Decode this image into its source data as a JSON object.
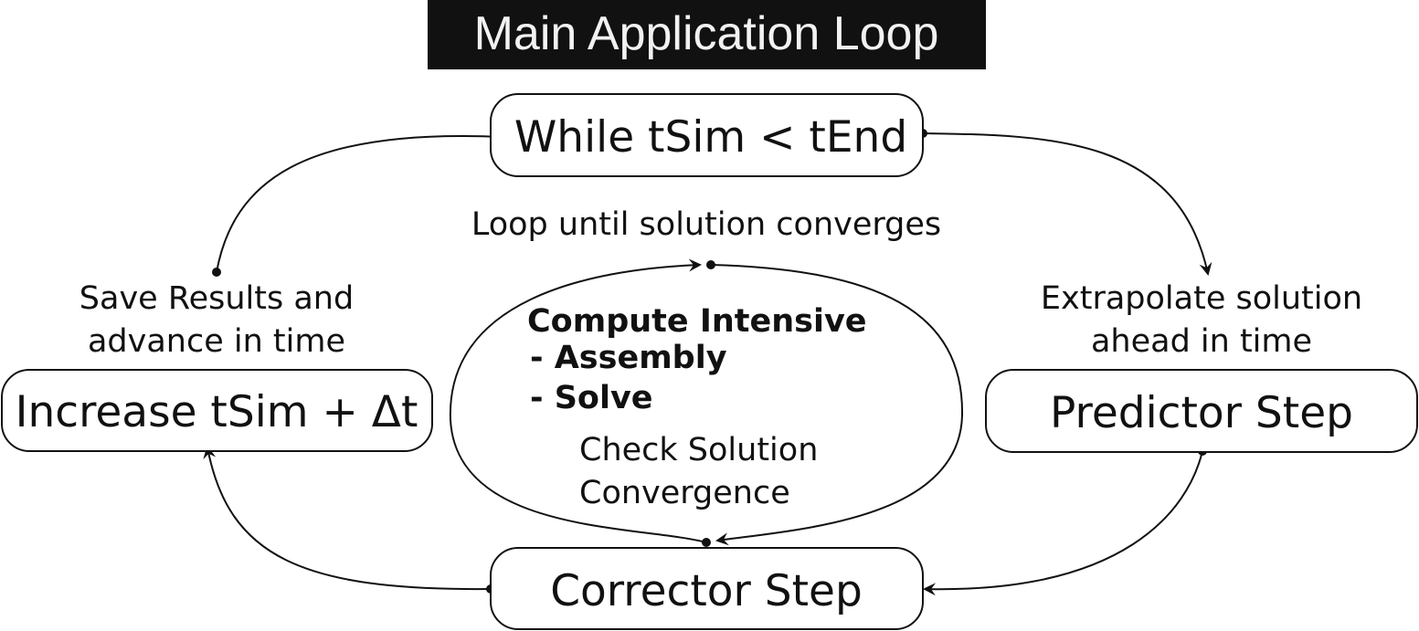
{
  "title": "Main Application Loop",
  "nodes": {
    "while": "While tSim < tEnd",
    "predictor": "Predictor Step",
    "corrector": "Corrector Step",
    "increase": "Increase tSim + Δt"
  },
  "labels": {
    "extrapolate_line1": "Extrapolate solution",
    "extrapolate_line2": "ahead in time",
    "save_line1": "Save Results and",
    "save_line2": "advance in time",
    "loop_until": "Loop until solution converges"
  },
  "inner_loop": {
    "heading": "Compute Intensive",
    "items": [
      "- Assembly",
      "- Solve"
    ],
    "check_line1": "Check Solution",
    "check_line2": "Convergence"
  },
  "colors": {
    "title_background": "#111111",
    "title_text": "#f2f2f2",
    "stroke": "#111111"
  }
}
